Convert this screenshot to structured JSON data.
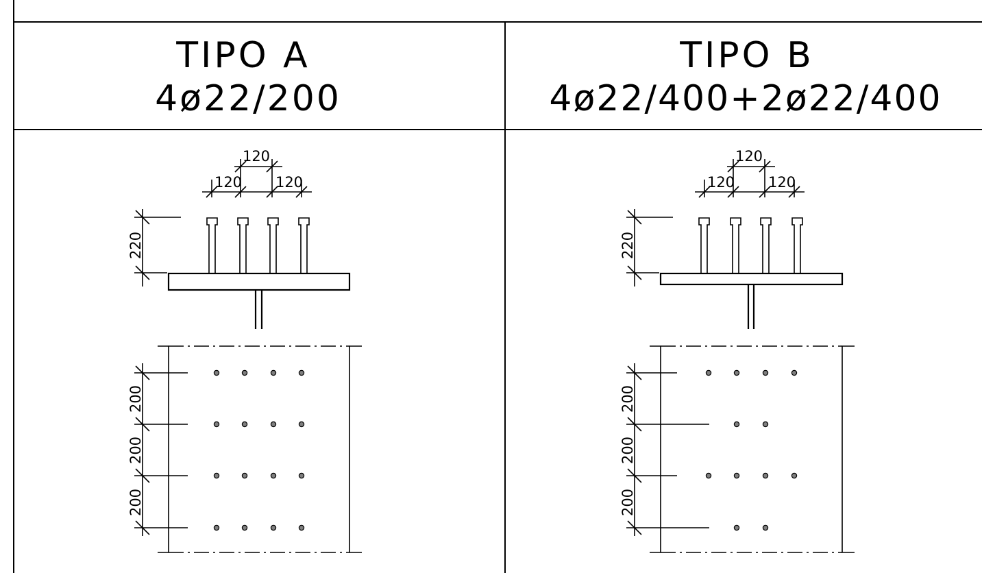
{
  "panels": [
    {
      "title": "TIPO A",
      "subtitle": "4ø22/200",
      "spacing_labels": [
        "120",
        "120",
        "120"
      ],
      "height_label": "220",
      "row_labels": [
        "200",
        "200",
        "200"
      ],
      "rows": [
        [
          1,
          1,
          1,
          1
        ],
        [
          1,
          1,
          1,
          1
        ],
        [
          1,
          1,
          1,
          1
        ],
        [
          1,
          1,
          1,
          1
        ]
      ]
    },
    {
      "title": "TIPO B",
      "subtitle": "4ø22/400+2ø22/400",
      "spacing_labels": [
        "120",
        "120",
        "120"
      ],
      "height_label": "220",
      "row_labels": [
        "200",
        "200",
        "200"
      ],
      "rows": [
        [
          1,
          1,
          1,
          1
        ],
        [
          0,
          1,
          1,
          0
        ],
        [
          1,
          1,
          1,
          1
        ],
        [
          0,
          1,
          1,
          0
        ]
      ]
    }
  ],
  "colors": {
    "line": "#000000",
    "bolt_fill": "#7f7f7f",
    "background": "#ffffff"
  }
}
